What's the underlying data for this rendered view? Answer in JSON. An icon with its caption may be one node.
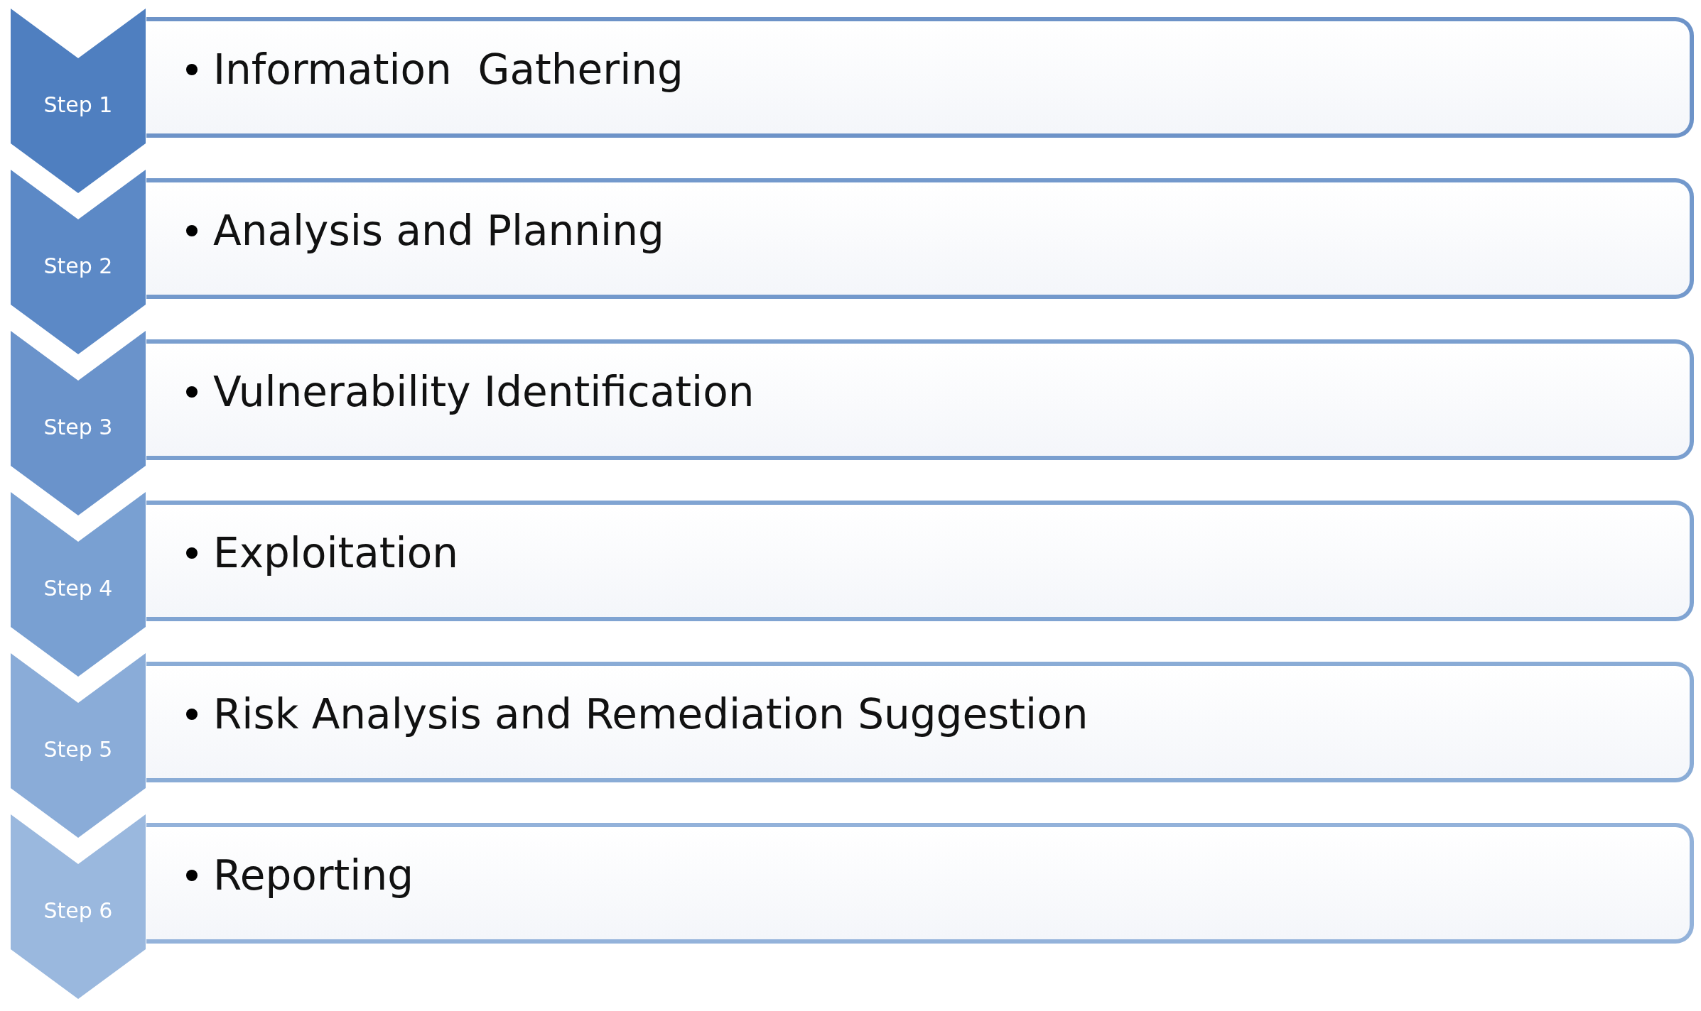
{
  "diagram": {
    "nodes": [
      {
        "text": [
          "Step 1"
        ]
      },
      {
        "text": [
          "Information  Gathering"
        ]
      },
      {
        "text": [
          "Step 2"
        ]
      },
      {
        "text": [
          "Analysis and Planning"
        ]
      },
      {
        "text": [
          "Step 3"
        ]
      },
      {
        "text": [
          "Vulnerability Identification"
        ]
      },
      {
        "text": [
          "Step 4"
        ]
      },
      {
        "text": [
          "Exploitation"
        ]
      },
      {
        "text": [
          "Step 5"
        ]
      },
      {
        "text": [
          "Risk Analysis and Remediation Suggestion"
        ]
      },
      {
        "text": [
          "Step 6"
        ]
      },
      {
        "text": [
          "Reporting"
        ]
      }
    ]
  }
}
